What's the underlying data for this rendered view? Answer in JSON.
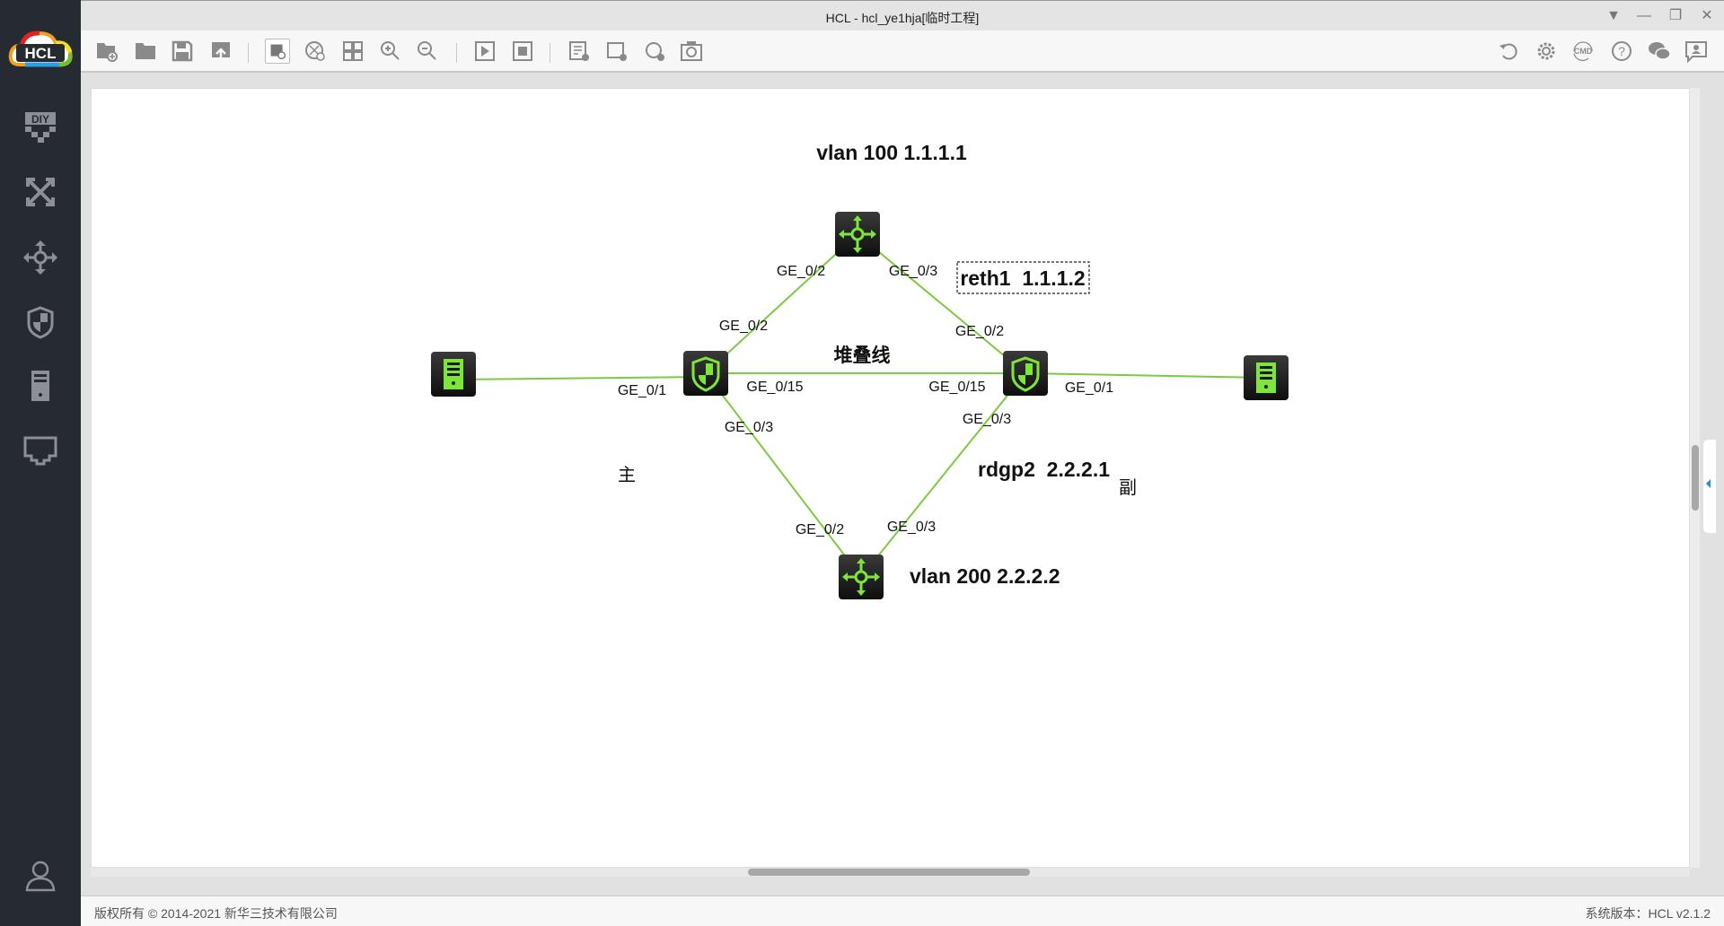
{
  "window": {
    "title": "HCL - hcl_ye1hja[临时工程]"
  },
  "logo": {
    "text": "HCL"
  },
  "sidebar": {
    "items": [
      {
        "name": "diy",
        "icon": "diy-icon"
      },
      {
        "name": "switch",
        "icon": "switch-icon"
      },
      {
        "name": "router",
        "icon": "router-icon"
      },
      {
        "name": "firewall",
        "icon": "shield-icon"
      },
      {
        "name": "host",
        "icon": "server-icon"
      },
      {
        "name": "interface",
        "icon": "port-icon"
      }
    ],
    "user_icon": "user-icon"
  },
  "toolbar": {
    "left": [
      "new-project",
      "open-project",
      "save",
      "export",
      "show-interface",
      "topology",
      "layout-grid",
      "zoom-in",
      "zoom-out",
      "start",
      "stop",
      "add-note",
      "add-rect",
      "add-ellipse",
      "screenshot"
    ],
    "right": [
      "refresh",
      "settings",
      "cmd",
      "help",
      "wechat",
      "feedback"
    ],
    "cmd_label": "CMD"
  },
  "diagram": {
    "labels": {
      "vlan100": "vlan 100 1.1.1.1",
      "reth1": "reth1  1.1.1.2",
      "stack": "堆叠线",
      "master": "主",
      "rdgp2": "rdgp2  2.2.2.1",
      "backup": "副",
      "vlan200": "vlan 200 2.2.2.2"
    },
    "ports": {
      "r1_left": "GE_0/2",
      "r1_right": "GE_0/3",
      "fw1_up": "GE_0/2",
      "fw2_up": "GE_0/2",
      "fw1_pc": "GE_0/1",
      "fw1_stack": "GE_0/15",
      "fw2_stack": "GE_0/15",
      "fw2_pc": "GE_0/1",
      "fw1_down": "GE_0/3",
      "fw2_down": "GE_0/3",
      "r2_left": "GE_0/2",
      "r2_right": "GE_0/3"
    },
    "link_color": "#7ccb3e",
    "device_accent": "#7ee63a"
  },
  "footer": {
    "copyright": "版权所有 © 2014-2021 新华三技术有限公司",
    "version": "系统版本：HCL v2.1.2"
  }
}
